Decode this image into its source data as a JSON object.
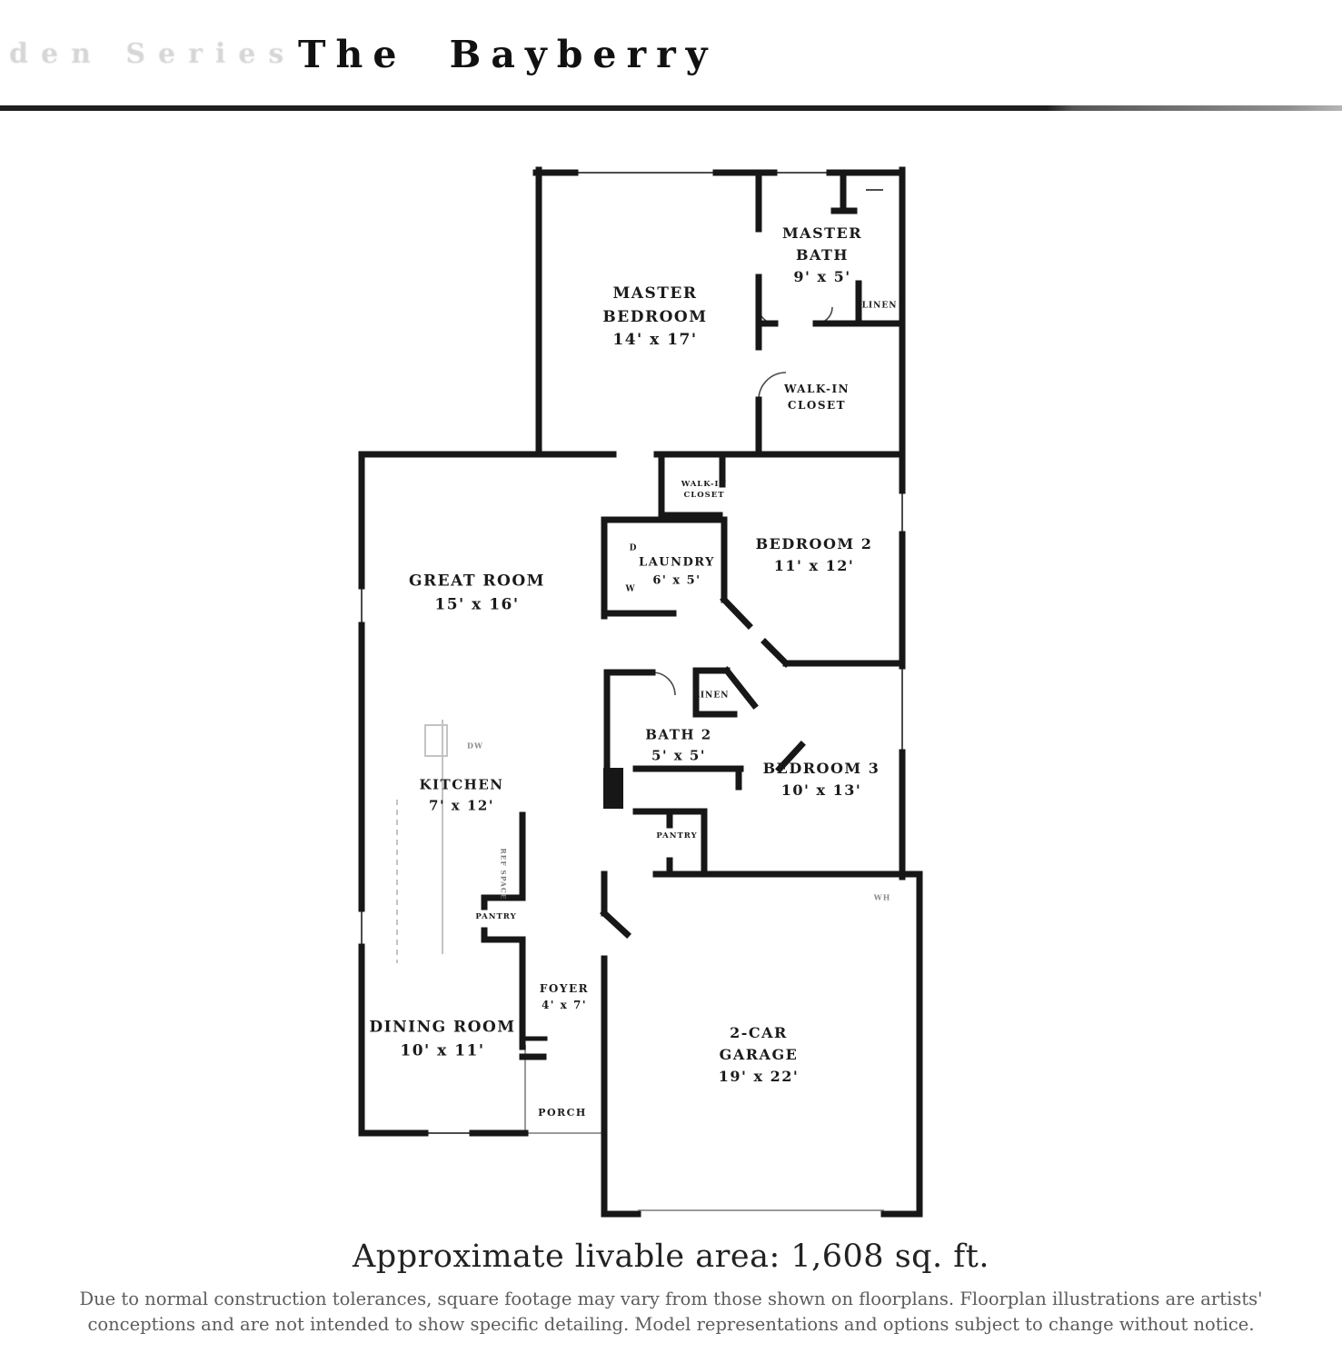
{
  "header": {
    "series_ghost_text": "den Series",
    "title": "The Bayberry"
  },
  "plan": {
    "rooms": [
      {
        "id": "master-bath",
        "label": "MASTER\nBATH\n9' x 5'"
      },
      {
        "id": "linen-master",
        "label": "LINEN"
      },
      {
        "id": "walk-in-closet-master",
        "label": "WALK-IN\nCLOSET"
      },
      {
        "id": "master-bedroom",
        "label": "MASTER\nBEDROOM\n14' x 17'"
      },
      {
        "id": "walk-in-closet-2",
        "label": "WALK-IN\nCLOSET"
      },
      {
        "id": "great-room",
        "label": "GREAT ROOM\n15' x 16'"
      },
      {
        "id": "laundry",
        "label": "LAUNDRY\n6' x 5'"
      },
      {
        "id": "bedroom-2",
        "label": "BEDROOM 2\n11' x 12'"
      },
      {
        "id": "linen-hall",
        "label": "LINEN"
      },
      {
        "id": "bath-2",
        "label": "BATH 2\n5' x 5'"
      },
      {
        "id": "bedroom-3",
        "label": "BEDROOM 3\n10' x 13'"
      },
      {
        "id": "pantry-hall",
        "label": "PANTRY"
      },
      {
        "id": "kitchen",
        "label": "KITCHEN\n7' x 12'"
      },
      {
        "id": "ref-space",
        "label": "REF SPACE"
      },
      {
        "id": "pantry-kitchen",
        "label": "PANTRY"
      },
      {
        "id": "foyer",
        "label": "FOYER\n4' x 7'"
      },
      {
        "id": "dining-room",
        "label": "DINING ROOM\n10' x 11'"
      },
      {
        "id": "porch",
        "label": "PORCH"
      },
      {
        "id": "garage",
        "label": "2-CAR\nGARAGE\n19' x 22'"
      }
    ],
    "fixtures": [
      {
        "id": "dryer",
        "label": "D"
      },
      {
        "id": "washer",
        "label": "W"
      },
      {
        "id": "dishwasher",
        "label": "DW"
      },
      {
        "id": "water-heater",
        "label": "WH"
      }
    ],
    "wall_color": "#171717"
  },
  "footer": {
    "area_text": "Approximate livable area: 1,608 sq. ft.",
    "disclaimer": "Due to normal construction tolerances, square footage may vary from those shown on floorplans.  Floorplan illustrations are artists'\nconceptions and are not intended to show specific detailing.  Model representations and options subject to change without notice."
  }
}
